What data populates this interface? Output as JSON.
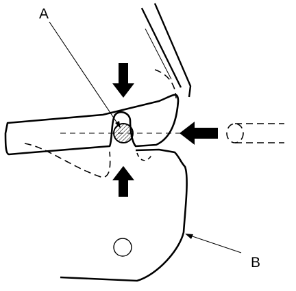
{
  "labels": {
    "a": "A",
    "b": "B"
  },
  "colors": {
    "line": "#000000",
    "background": "#ffffff",
    "hatch": "#000000"
  },
  "arrows": {
    "count": 3,
    "directions": [
      "down",
      "up",
      "left"
    ]
  }
}
